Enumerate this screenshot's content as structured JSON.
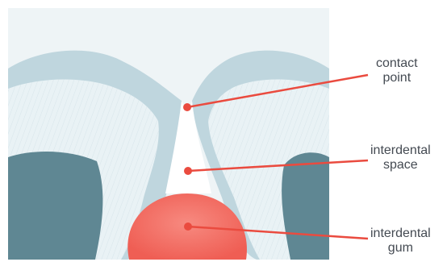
{
  "diagram": {
    "labels": {
      "contact_point": [
        "contact",
        "point"
      ],
      "interdental_space": [
        "interdental",
        "space"
      ],
      "interdental_gum": [
        "interdental",
        "gum"
      ]
    }
  },
  "colors": {
    "background": "#ffffff",
    "panel": "#eef4f6",
    "enamel": "#bfd6de",
    "enamel_dark": "#8fb1bd",
    "dentin": "#e9f2f5",
    "pulp": "#5f8793",
    "gum": "#f06a60",
    "marker": "#ea4b3f",
    "text": "#444a52"
  }
}
